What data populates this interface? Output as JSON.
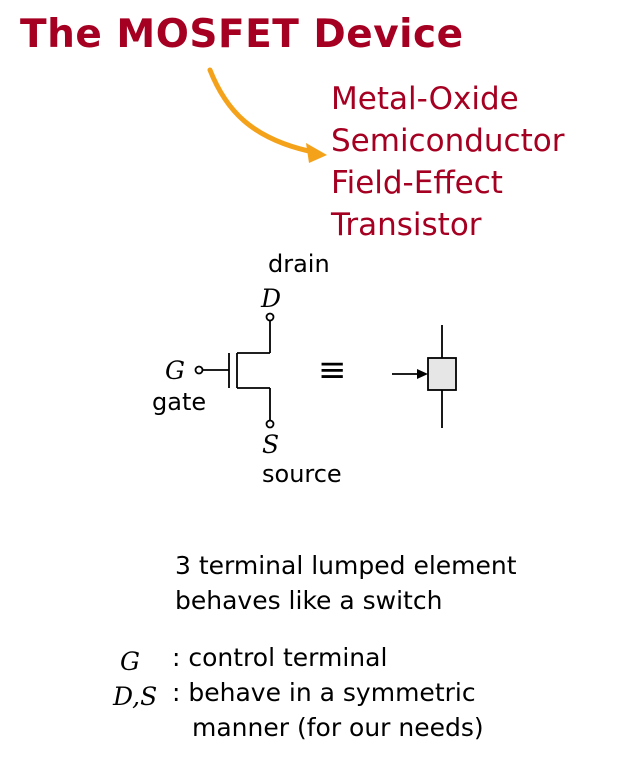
{
  "title": "The MOSFET Device",
  "acronym": {
    "line1": "Metal-Oxide",
    "line2": "Semiconductor",
    "line3": "Field-Effect",
    "line4": "Transistor"
  },
  "symbol": {
    "drain_label": "drain",
    "drain_terminal": "D",
    "gate_terminal": "G",
    "gate_label": "gate",
    "source_terminal": "S",
    "source_label": "source",
    "equivalence_sign": "≡"
  },
  "description": {
    "line1": "3 terminal lumped element",
    "line2": "behaves like a switch"
  },
  "definitions": {
    "g_symbol": "G",
    "g_text": ": control terminal",
    "ds_symbol": "D,S",
    "ds_text_line1": ": behave in a symmetric",
    "ds_text_line2": "manner (for our needs)"
  },
  "colors": {
    "title": "#a50021",
    "arrow": "#f5a21b",
    "box_fill": "#e6e6e6"
  }
}
